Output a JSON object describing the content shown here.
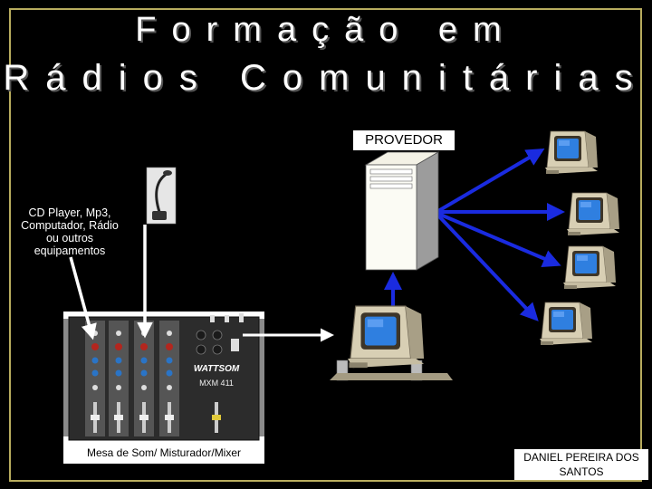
{
  "title": {
    "line1": "Formação em",
    "line2": "Rádios Comunitárias"
  },
  "labels": {
    "provider": "PROVEDOR",
    "sources": "CD Player, Mp3, Computador, Rádio ou outros equipamentos",
    "mixer": "Mesa de Som/ Misturador/Mixer",
    "author": "DANIEL PEREIRA DOS SANTOS"
  },
  "mixer_device": {
    "brand": "WATTSOM",
    "model": "MXM 411"
  },
  "colors": {
    "border": "#b8ac5e",
    "link_arrows": "#1a2be0",
    "signal_arrows": "#ffffff",
    "monitor_body": "#d8cfb4",
    "monitor_screen": "#2f7fe0"
  }
}
